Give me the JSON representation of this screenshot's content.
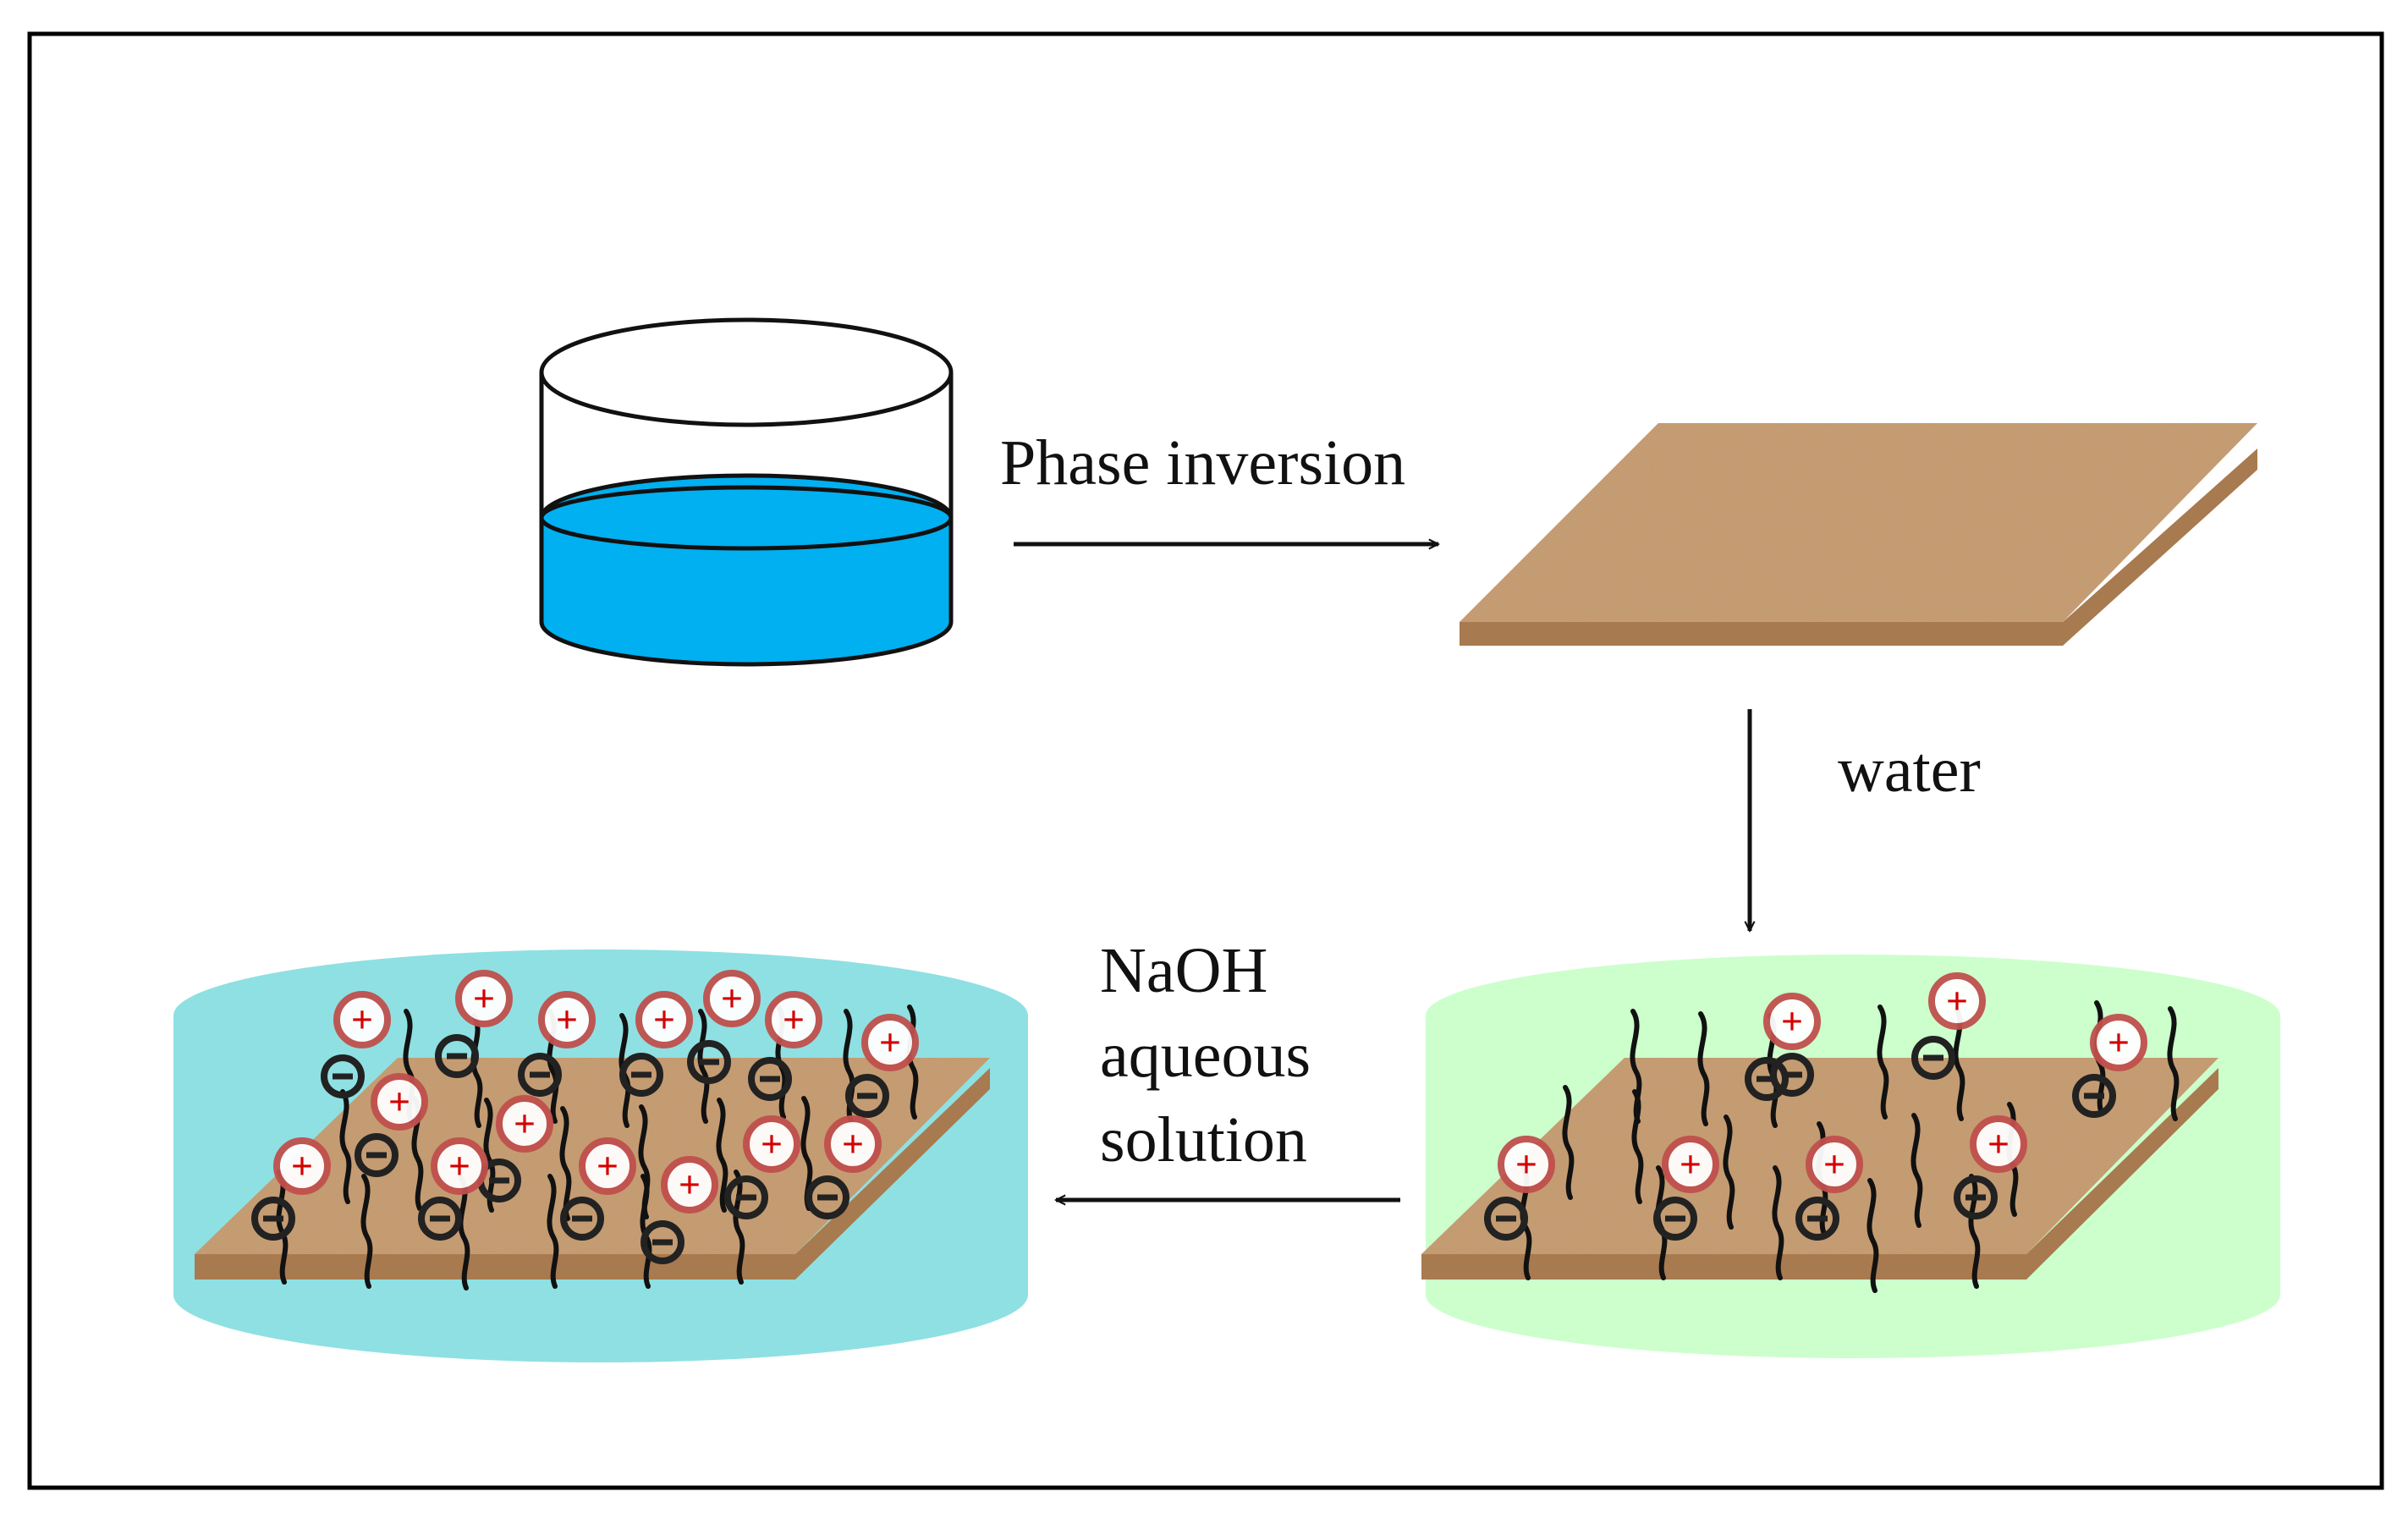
{
  "labels": {
    "phase_inversion": "Phase inversion",
    "water": "water",
    "naoh_line1": "NaOH",
    "naoh_line2": "aqueous",
    "naoh_line3": "solution"
  },
  "symbols": {
    "positive": "+",
    "negative": "−"
  },
  "colors": {
    "frame": "#000000",
    "beaker_liquid": "#00b0f0",
    "membrane": "#c69a6d",
    "membrane_edge": "#a87a4f",
    "water_bath": "#ccffcc",
    "naoh_bath": "#8fe0e2",
    "positive_ring": "#c0504d",
    "positive_sign": "#d40000",
    "negative_ring": "#222222"
  }
}
